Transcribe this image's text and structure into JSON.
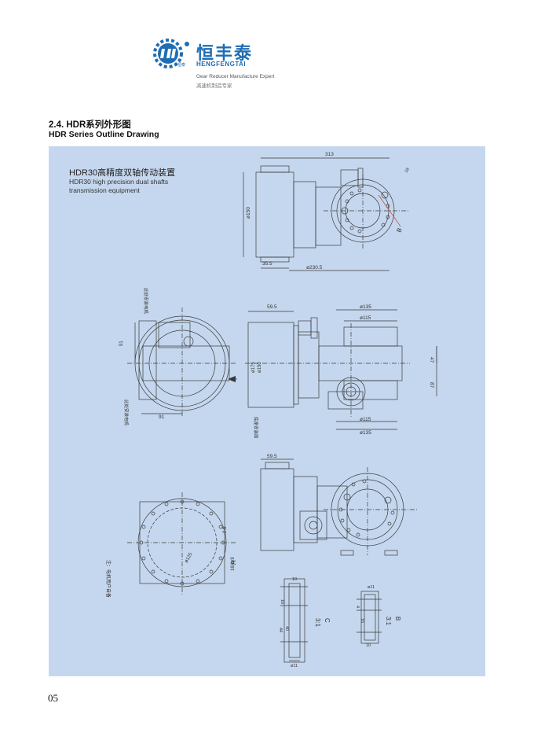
{
  "brand": {
    "name_cn": "恒丰泰",
    "name_en": "HENGFENGTAI",
    "logo_small": "恒泰",
    "tagline_en": "Gear Reducer Manufacture Expert",
    "tagline_cn": "减速机制造专家",
    "accent_color": "#1f6db3"
  },
  "section": {
    "title_cn": "2.4. HDR系列外形图",
    "title_en": "HDR Series Outline Drawing"
  },
  "product": {
    "title_cn": "HDR30高精度双轴传动装置",
    "title_en_line1": "HDR30 high precision dual shafts",
    "title_en_line2": "transmission equipment"
  },
  "dimensions": {
    "d313": "313",
    "d150a": "ø150",
    "d35_5": "35.5",
    "d230_5": "ø230.5",
    "d59_5a": "59.5",
    "d135a": "ø135",
    "d115a": "ø115",
    "d47": "47",
    "d87": "87",
    "d115b": "ø115",
    "d135b": "ø135",
    "d175": "ø175",
    "d150b": "ø150",
    "d91a": "91",
    "d91b": "91",
    "d59_5b": "59.5",
    "d125": "ø125",
    "d2_5": "2.5",
    "d16x": "16Xø9",
    "d18": "18",
    "d10a": "10",
    "d16a": "16",
    "d40": "40",
    "d44": "44",
    "d11a": "ø11",
    "d11b": "ø11",
    "d4": "4",
    "d16b": "16",
    "d10b": "10"
  },
  "labels": {
    "view_a1": "A",
    "view_a2": "A",
    "view_b1": "B",
    "view_b2": "B",
    "view_c": "C",
    "ratio_c": "3:1",
    "ratio_b": "3:1",
    "note_motor1": "此处安装电机",
    "note_motor2": "此处安装电机",
    "note_base": "底座安装面",
    "note_bottom": "注：电机用户自备"
  },
  "page": {
    "number": "05"
  }
}
